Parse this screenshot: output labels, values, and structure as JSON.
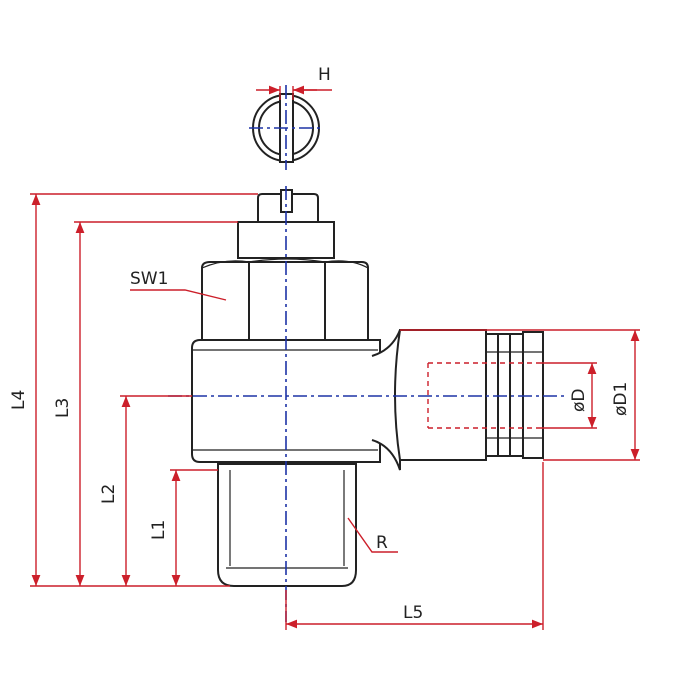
{
  "drawing": {
    "labels": {
      "h": "H",
      "sw1": "SW1",
      "r": "R",
      "d": "øD",
      "d1": "øD1",
      "l1": "L1",
      "l2": "L2",
      "l3": "L3",
      "l4": "L4",
      "l5": "L5"
    },
    "colors": {
      "outline": "#222222",
      "dimension": "#cc1f2a",
      "centerline": "#1d33a6"
    }
  }
}
